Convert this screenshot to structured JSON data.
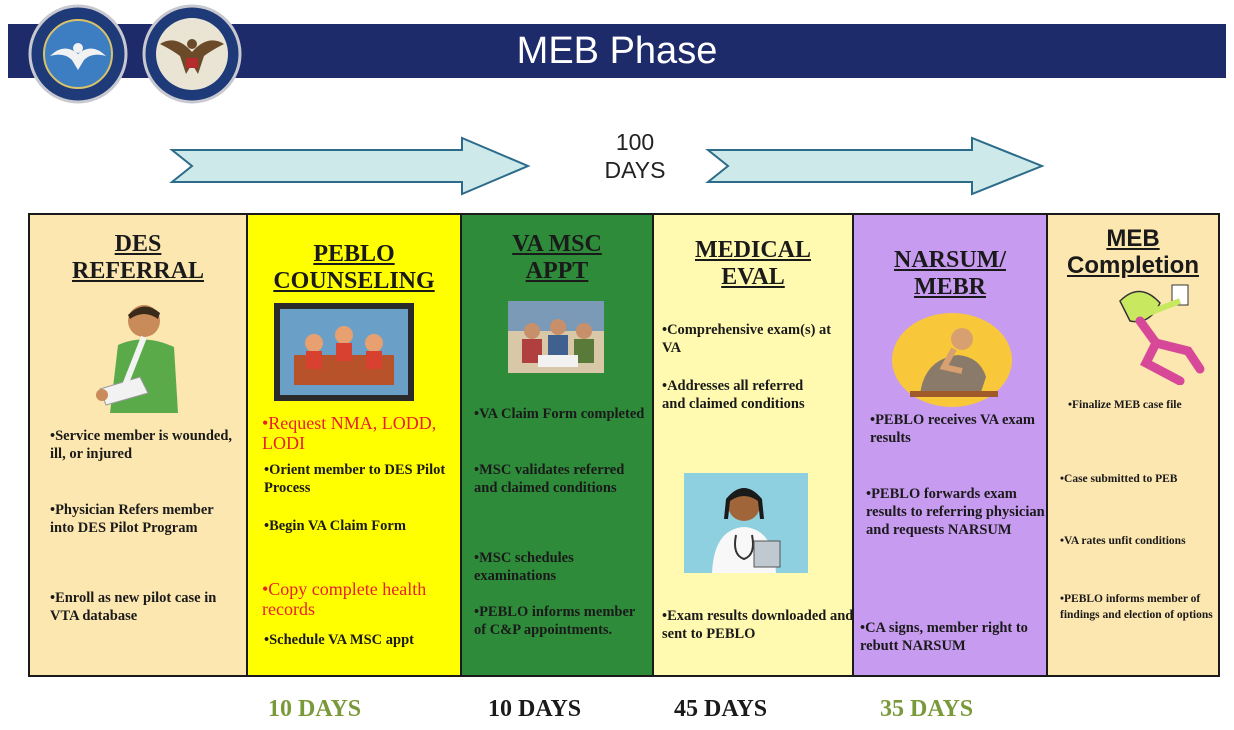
{
  "header": {
    "title": "MEB Phase"
  },
  "timeline": {
    "total_line1": "100",
    "total_line2": "DAYS"
  },
  "phases": [
    {
      "title": "DES REFERRAL",
      "bullets": [
        "•Service member is wounded, ill, or injured",
        "•Physician Refers member into DES Pilot Program",
        "•Enroll as new pilot case in VTA database"
      ]
    },
    {
      "title": "PEBLO COUNSELING",
      "bullets": [
        "•Request NMA, LODD, LODI",
        "•Orient member to DES Pilot Process",
        "•Begin VA Claim Form",
        "•Copy complete health records",
        "•Schedule VA MSC appt"
      ]
    },
    {
      "title": "VA MSC APPT",
      "bullets": [
        "•VA Claim Form completed",
        "•MSC validates referred and claimed conditions",
        "•MSC schedules examinations",
        "•PEBLO informs member of C&P appointments."
      ]
    },
    {
      "title": "MEDICAL EVAL",
      "bullets": [
        "•Comprehensive exam(s) at VA",
        "•Addresses all referred and claimed conditions",
        "•Exam results downloaded and sent to PEBLO"
      ]
    },
    {
      "title": "NARSUM/ MEBR",
      "bullets": [
        "•PEBLO receives VA exam results",
        "•PEBLO forwards exam results to referring physician and requests NARSUM",
        "•CA signs, member right to rebutt NARSUM"
      ]
    },
    {
      "title": "MEB Completion",
      "bullets": [
        "•Finalize MEB case file",
        "•Case submitted to PEB",
        "•VA rates unfit conditions",
        "•PEBLO informs member of findings and election of options"
      ]
    }
  ],
  "durations": [
    "10 DAYS",
    "10 DAYS",
    "45 DAYS",
    "35 DAYS"
  ],
  "colors": {
    "banner": "#1d2b6b",
    "arrow_fill": "#cde9ea",
    "referral_bg": "#fde7b0",
    "peblo_bg": "#ffff00",
    "vamsc_bg": "#2e8b3a",
    "medical_bg": "#fffab0",
    "narsum_bg": "#c79bf0",
    "completion_bg": "#fde7b0",
    "red_text": "#e8202a",
    "green_days": "#7a9a3a"
  },
  "icons": [
    "dod-seal-icon",
    "va-seal-icon",
    "injured-soldier-icon",
    "meeting-icon",
    "group-photo-icon",
    "doctor-icon",
    "thinking-man-icon",
    "running-man-icon"
  ]
}
